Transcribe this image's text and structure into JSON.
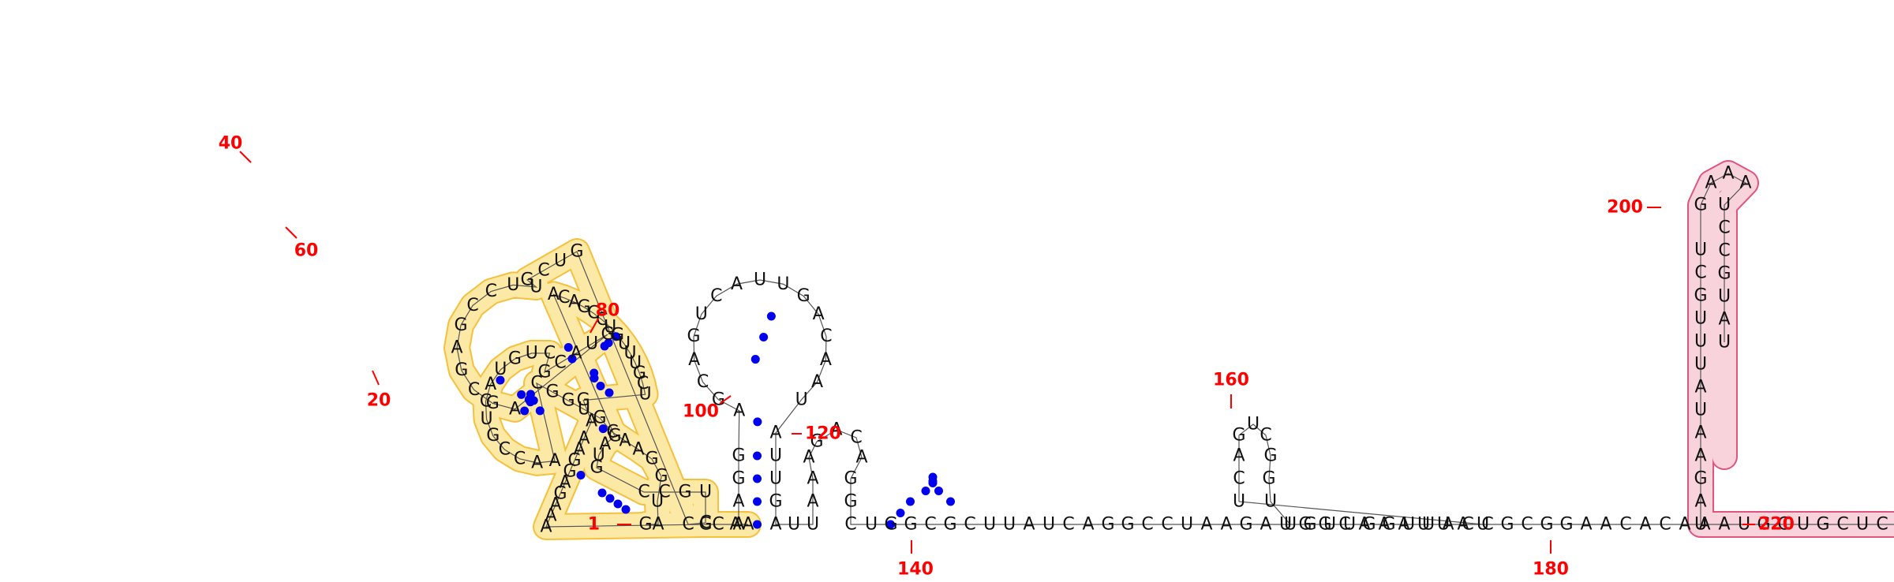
{
  "sequence": "GAUGGAACGUGGCAACCGUCAUGUCGCAUGAGCGAGCCUUGCUGCCUGCCGUAGACAGCCUGUUUGCUGAAAGGAGAAAGCAAAAGGAGCAGUCAUUGACAAUAUUGAUUAAAGACAGGCUGGCGCUUAUCAGGCCUAAGAUGGCAAAUUAUUCAGUCGGUUGUUGGUUACCGCGGAACACAAAUGCUGCUCCUUAUUAGAAUAUUUGCUGAAAUCCGUAU",
  "pairs": [
    [
      2,
      43
    ],
    [
      3,
      42
    ],
    [
      4,
      41
    ],
    [
      5,
      40
    ],
    [
      9,
      34
    ],
    [
      10,
      33
    ],
    [
      11,
      32
    ],
    [
      12,
      31
    ],
    [
      13,
      30
    ],
    [
      16,
      27
    ],
    [
      17,
      26
    ],
    [
      18,
      25
    ],
    [
      20,
      23
    ],
    [
      47,
      79
    ],
    [
      48,
      78
    ],
    [
      49,
      77
    ],
    [
      50,
      76
    ],
    [
      51,
      75
    ],
    [
      54,
      70
    ],
    [
      55,
      69
    ],
    [
      56,
      68
    ],
    [
      57,
      67
    ],
    [
      60,
      64
    ],
    [
      84,
      108
    ],
    [
      85,
      107
    ],
    [
      86,
      106
    ],
    [
      87,
      105
    ],
    [
      88,
      104
    ],
    [
      92,
      102
    ],
    [
      93,
      101
    ],
    [
      94,
      100
    ],
    [
      112,
      132
    ],
    [
      113,
      131
    ],
    [
      114,
      130
    ],
    [
      115,
      129
    ],
    [
      116,
      128
    ],
    [
      117,
      127
    ],
    [
      118,
      126
    ],
    [
      119,
      125
    ],
    [
      120,
      124
    ]
  ],
  "numbers": [
    {
      "label": "1"
    },
    {
      "label": "20"
    },
    {
      "label": "40"
    },
    {
      "label": "60"
    },
    {
      "label": "80"
    },
    {
      "label": "100"
    },
    {
      "label": "120"
    },
    {
      "label": "140"
    },
    {
      "label": "160"
    },
    {
      "label": "180"
    },
    {
      "label": "200"
    },
    {
      "label": "220"
    }
  ],
  "highlights": [
    {
      "color": "#fde9a6",
      "stroke": "#f5c13c"
    },
    {
      "color": "#9fa3ee",
      "stroke": "#7b80e0"
    },
    {
      "color": "#f9d3dc",
      "stroke": "#e0557d"
    }
  ],
  "colors": {
    "pair_dot": "#0000ee",
    "numbers": "#ff0000",
    "letters": "#111111"
  }
}
